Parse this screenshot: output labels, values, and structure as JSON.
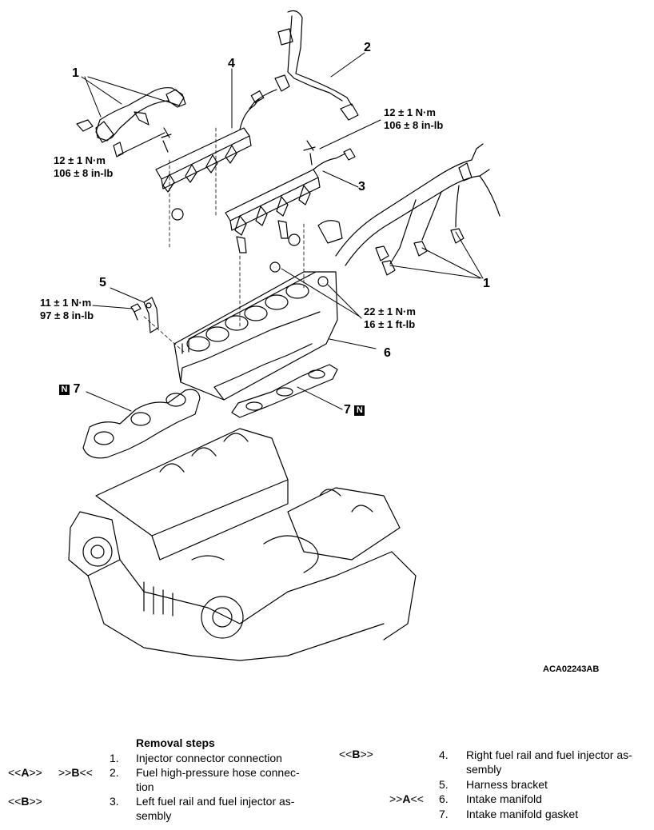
{
  "callouts": {
    "c1_top": "1",
    "c1_right": "1",
    "c2": "2",
    "c3": "3",
    "c4": "4",
    "c5": "5",
    "c6": "6",
    "c7_left": "7",
    "c7_right": "7",
    "badge_left": "N",
    "badge_right": "N"
  },
  "torques": {
    "left_fuel_rail": [
      "12 ± 1 N·m",
      "106 ± 8 in-lb"
    ],
    "right_fuel_rail": [
      "12 ± 1 N·m",
      "106 ± 8 in-lb"
    ],
    "harness_bracket": [
      "11 ± 1 N·m",
      "97 ± 8 in-lb"
    ],
    "intake_manifold": [
      "22 ± 1 N·m",
      "16 ± 1 ft-lb"
    ]
  },
  "figure_code": "ACA02243AB",
  "removal": {
    "heading": "Removal steps",
    "left_steps": [
      {
        "num": "1.",
        "lines": [
          "Injector connector connection"
        ]
      },
      {
        "num": "2.",
        "lines": [
          "Fuel high-pressure hose connec-",
          "tion"
        ]
      },
      {
        "num": "3.",
        "lines": [
          "Left fuel rail and fuel injector as-",
          "sembly"
        ]
      }
    ],
    "right_steps": [
      {
        "num": "4.",
        "lines": [
          "Right fuel rail and fuel injector as-",
          "sembly"
        ]
      },
      {
        "num": "5.",
        "lines": [
          "Harness bracket"
        ]
      },
      {
        "num": "6.",
        "lines": [
          "Intake manifold"
        ]
      },
      {
        "num": "7.",
        "lines": [
          "Intake manifold gasket"
        ]
      }
    ],
    "markers": {
      "m2_removal_pre": "<<",
      "m2_removal_letter": "A",
      "m2_removal_post": ">>",
      "m2_install_pre": ">>",
      "m2_install_letter": "B",
      "m2_install_post": "<<",
      "m3_pre": "<<",
      "m3_letter": "B",
      "m3_post": ">>",
      "m4_pre": "<<",
      "m4_letter": "B",
      "m4_post": ">>",
      "m6_pre": ">>",
      "m6_letter": "A",
      "m6_post": "<<"
    }
  }
}
